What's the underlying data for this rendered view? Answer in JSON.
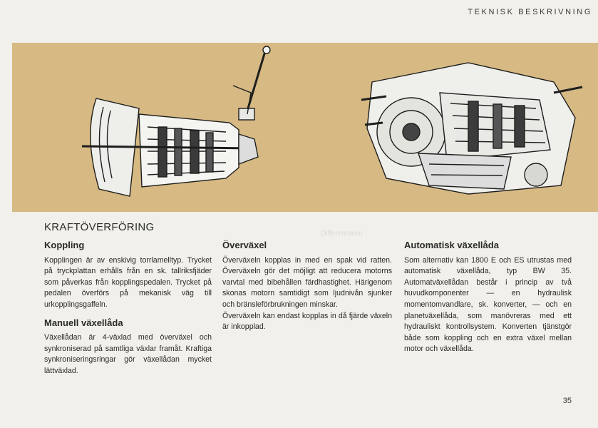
{
  "header": {
    "section_title": "TEKNISK BESKRIVNING"
  },
  "main": {
    "title": "KRAFTÖVERFÖRING"
  },
  "columns": [
    {
      "heading": "Koppling",
      "text": "Kopplingen är av enskivig torrlamelltyp. Trycket på tryckplattan erhålls från en sk. tallriksfjäder som påverkas från kopplingspedalen. Trycket på pedalen överförs på mekanisk väg till urkopplingsgaffeln.",
      "heading2": "Manuell växellåda",
      "text2": "Växellådan är 4-växlad med överväxel och synkroniserad på samtliga växlar framåt. Kraftiga synkroniseringsringar gör växellådan mycket lättväxlad."
    },
    {
      "heading": "Överväxel",
      "text": "Överväxeln kopplas in med en spak vid ratten. Överväxeln gör det möjligt att reducera motorns varvtal med bibehållen färdhastighet. Härigenom skonas motorn samtidigt som ljudnivån sjunker och bränsleförbrukningen minskar.",
      "text2": "Överväxeln kan endast kopplas in då fjärde växeln är inkopplad."
    },
    {
      "heading": "Automatisk växellåda",
      "text": "Som alternativ kan 1800 E och ES utrustas med automatisk växellåda, typ BW 35. Automatväxellådan består i princip av två huvudkomponenter — en hydraulisk momentomvandlare, sk. konverter, — och en planetväxellåda, som manövreras med ett hydrauliskt kontrollsystem. Konverten tjänstgör både som koppling och en extra växel mellan motor och växellåda."
    }
  ],
  "footer": {
    "page_number": "35"
  },
  "colors": {
    "band": "#d6b983",
    "paper": "#f1f0ea",
    "ink": "#2a2a2a"
  },
  "illustrations": [
    "manual-gearbox-cutaway",
    "automatic-transmission-cutaway"
  ]
}
